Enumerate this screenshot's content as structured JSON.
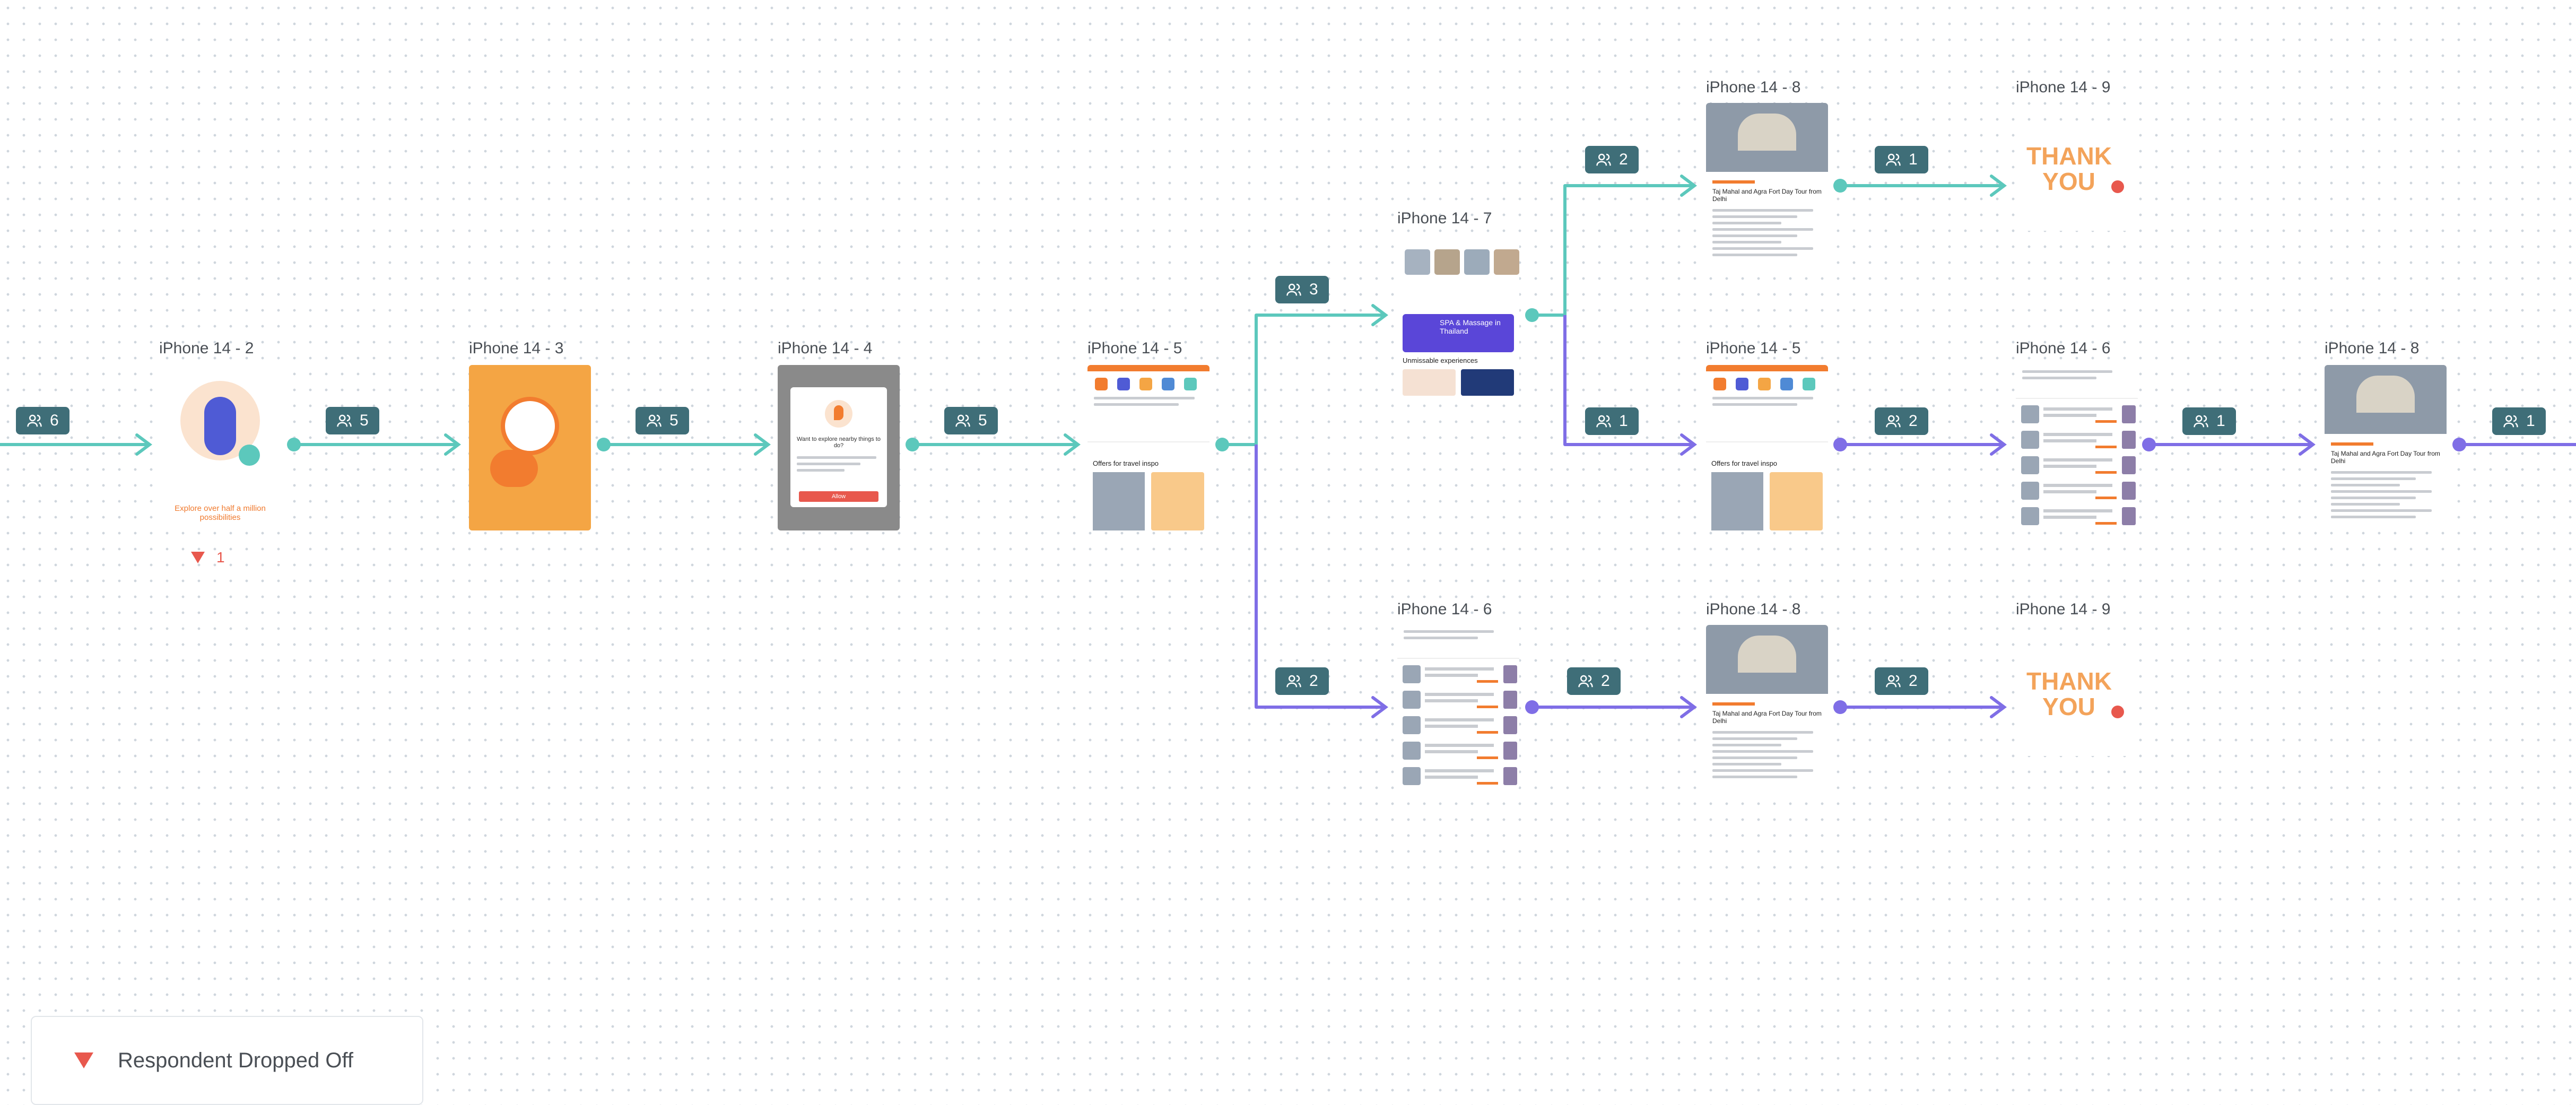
{
  "colors": {
    "teal": "#5cc8bc",
    "purple": "#7f6ee6",
    "badge_bg": "#3f6e78",
    "drop_red": "#e8584d"
  },
  "screens": [
    {
      "title": "iPhone 14 - 2",
      "kind": "onboard1",
      "caption": "Explore over half a million possibilities"
    },
    {
      "title": "iPhone 14 - 3",
      "kind": "onboard2"
    },
    {
      "title": "iPhone 14 - 4",
      "kind": "location",
      "dialog_title": "Want to explore nearby things to do?",
      "dialog_button": "Allow"
    },
    {
      "title": "iPhone 14 - 5",
      "kind": "home",
      "section": "Offers for travel inspo"
    },
    {
      "title": "iPhone 14 - 7",
      "kind": "spa",
      "banner": "SPA & Massage in Thailand",
      "section": "Unmissable experiences"
    },
    {
      "title": "iPhone 14 - 6",
      "kind": "list"
    },
    {
      "title": "iPhone 14 - 8",
      "kind": "detail",
      "heading": "Taj Mahal and Agra Fort Day Tour from Delhi"
    },
    {
      "title": "iPhone 14 - 5",
      "kind": "home",
      "section": "Offers for travel inspo"
    },
    {
      "title": "iPhone 14 - 8",
      "kind": "detail",
      "heading": "Taj Mahal and Agra Fort Day Tour from Delhi"
    },
    {
      "title": "iPhone 14 - 9",
      "kind": "thanks",
      "text": "THANK YOU"
    },
    {
      "title": "iPhone 14 - 6",
      "kind": "list"
    },
    {
      "title": "iPhone 14 - 9",
      "kind": "thanks",
      "text": "THANK YOU"
    },
    {
      "title": "iPhone 14 - 8",
      "kind": "detail",
      "heading": "Taj Mahal and Agra Fort Day Tour from Delhi"
    }
  ],
  "badges": [
    "6",
    "5",
    "5",
    "5",
    "3",
    "2",
    "2",
    "2",
    "1",
    "1",
    "2",
    "2",
    "1",
    "1"
  ],
  "drop_off_count": "1",
  "legend": {
    "label": "Respondent Dropped Off"
  }
}
